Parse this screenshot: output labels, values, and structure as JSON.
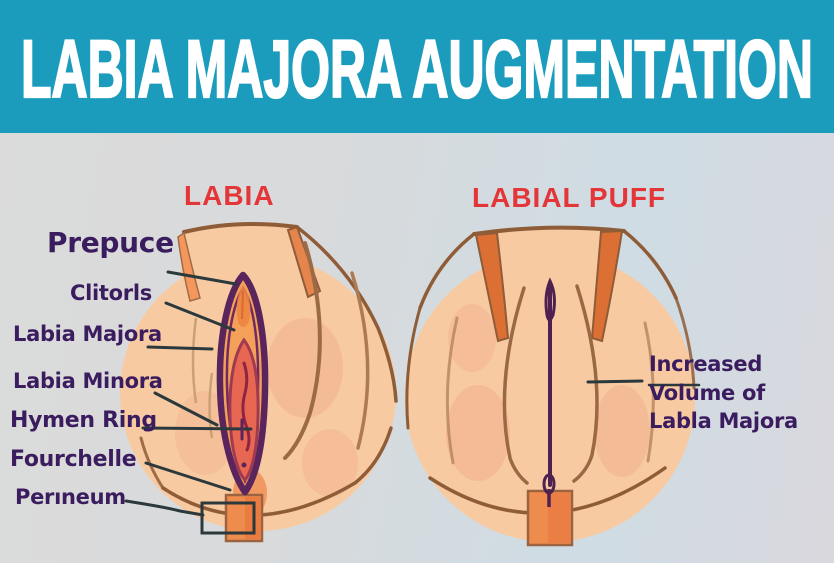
{
  "header": {
    "title": "LABIA MAJORA AUGMENTATION"
  },
  "left_diagram": {
    "title": "LABIA",
    "labels": {
      "prepuce": "Prepuce",
      "clitoris": "Clitorls",
      "labia_majora": "Labia Majora",
      "labia_minora": "Labia Minora",
      "hymen_ring": "Hymen Ring",
      "fourchelle": "Fourchelle",
      "perineum": "Perıneum"
    }
  },
  "right_diagram": {
    "title": "LABIAL PUFF",
    "annotation": {
      "line1": "Increased",
      "line2": "Volume of",
      "line3": "Labla Majora"
    }
  },
  "colors": {
    "header_bg": "#1b9cbd",
    "header_text": "#ffffff",
    "diagram_title_red": "#e43638",
    "label_purple": "#3b1d5f",
    "skin": "#f8caa1",
    "outline_brown": "#8f5c38",
    "vulva_outline_purple": "#5a245c",
    "inner_orange": "#f5a058",
    "inner_red": "#e86752",
    "accent_orange": "#ee8c4e",
    "leader_line": "#2b393c",
    "background_gray": "#d8dadb"
  }
}
